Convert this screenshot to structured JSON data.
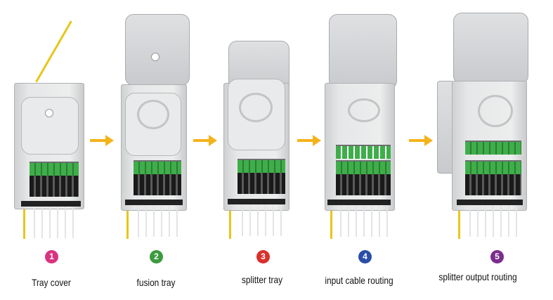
{
  "steps": [
    {
      "number": "1",
      "label": "Tray cover",
      "color": "#d9347f"
    },
    {
      "number": "2",
      "label": "fusion tray",
      "color": "#3c9a3f"
    },
    {
      "number": "3",
      "label": "splitter tray",
      "color": "#d9302c"
    },
    {
      "number": "4",
      "label": "input cable routing",
      "color": "#2a4ea8"
    },
    {
      "number": "5",
      "label": "splitter output routing",
      "color": "#7a2d8c"
    }
  ],
  "arrow_color": "#f5b31b"
}
